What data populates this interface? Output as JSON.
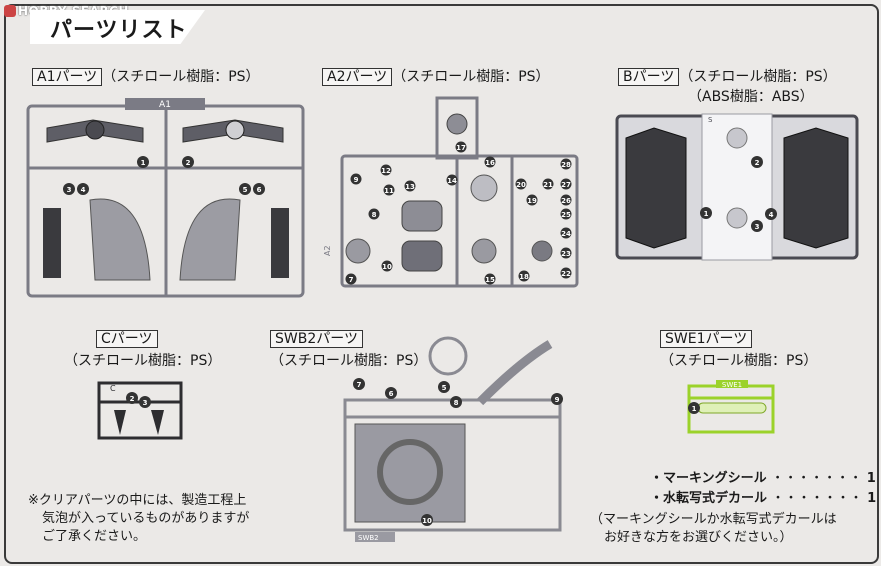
{
  "watermark": "HOBBY SEARCH",
  "page_title": "パーツリスト",
  "parts": {
    "a1": {
      "name": "A1パーツ",
      "material": "（スチロール樹脂：PS）",
      "runner_label": "A1",
      "numbers": [
        "1",
        "2",
        "3",
        "4",
        "5",
        "6"
      ]
    },
    "a2": {
      "name": "A2パーツ",
      "material": "（スチロール樹脂：PS）",
      "runner_label": "A2",
      "numbers": [
        "7",
        "8",
        "9",
        "10",
        "11",
        "12",
        "13",
        "14",
        "15",
        "16",
        "17",
        "18",
        "19",
        "20",
        "21",
        "22",
        "23",
        "24",
        "25",
        "26",
        "27",
        "28"
      ]
    },
    "b": {
      "name": "Bパーツ",
      "material": "（スチロール樹脂：PS）",
      "material2": "（ABS樹脂：ABS）",
      "runner_label": "S",
      "numbers": [
        "1",
        "2",
        "3",
        "4"
      ]
    },
    "c": {
      "name": "Cパーツ",
      "material": "（スチロール樹脂：PS）",
      "runner_label": "C",
      "numbers": [
        "2",
        "3"
      ]
    },
    "swb2": {
      "name": "SWB2パーツ",
      "material": "（スチロール樹脂：PS）",
      "runner_label": "SWB2",
      "numbers": [
        "5",
        "6",
        "7",
        "8",
        "9",
        "10"
      ]
    },
    "swe1": {
      "name": "SWE1パーツ",
      "material": "（スチロール樹脂：PS）",
      "runner_label": "SWE1",
      "numbers": [
        "1"
      ]
    }
  },
  "notes": {
    "clear_parts": [
      "※クリアパーツの中には、製造工程上",
      "気泡が入っているものがありますが",
      "ご了承ください。"
    ],
    "marking_seal": "・マーキングシール",
    "marking_seal_dots": "・・・・・・・",
    "marking_seal_count": "1",
    "water_decal": "・水転写式デカール",
    "water_decal_dots": "・・・・・・・",
    "water_decal_count": "1",
    "choice": [
      "（マーキングシールか水転写式デカールは",
      "お好きな方をお選びください。）"
    ]
  },
  "colors": {
    "runner_grey": "#7b7b85",
    "runner_dark": "#2d2d30",
    "runner_green": "#9bd22a",
    "badge": "#3b3b3b"
  }
}
